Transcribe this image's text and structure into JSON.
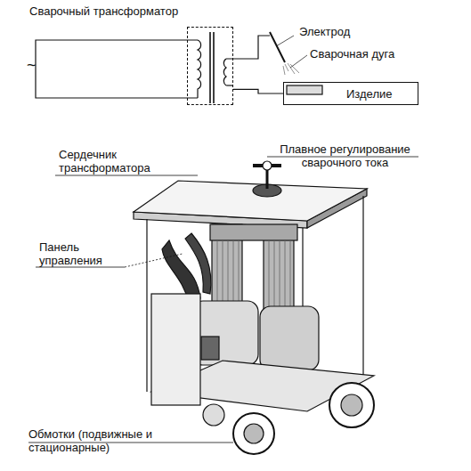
{
  "diagram": {
    "nodes": [
      {
        "text": [
          "Сварочный трансформатор"
        ]
      },
      {
        "text": [
          "Изделие"
        ]
      }
    ],
    "edges": [
      {
        "from": 0,
        "to": 1,
        "arrow": "none"
      }
    ],
    "labels": [
      "~",
      "Электрод",
      "Сварочная дуга",
      "Плавное регулирование сварочного тока",
      "Сердечник трансформатора",
      "Панель управления",
      "Обмотки (подвижные и стационарные)"
    ]
  }
}
